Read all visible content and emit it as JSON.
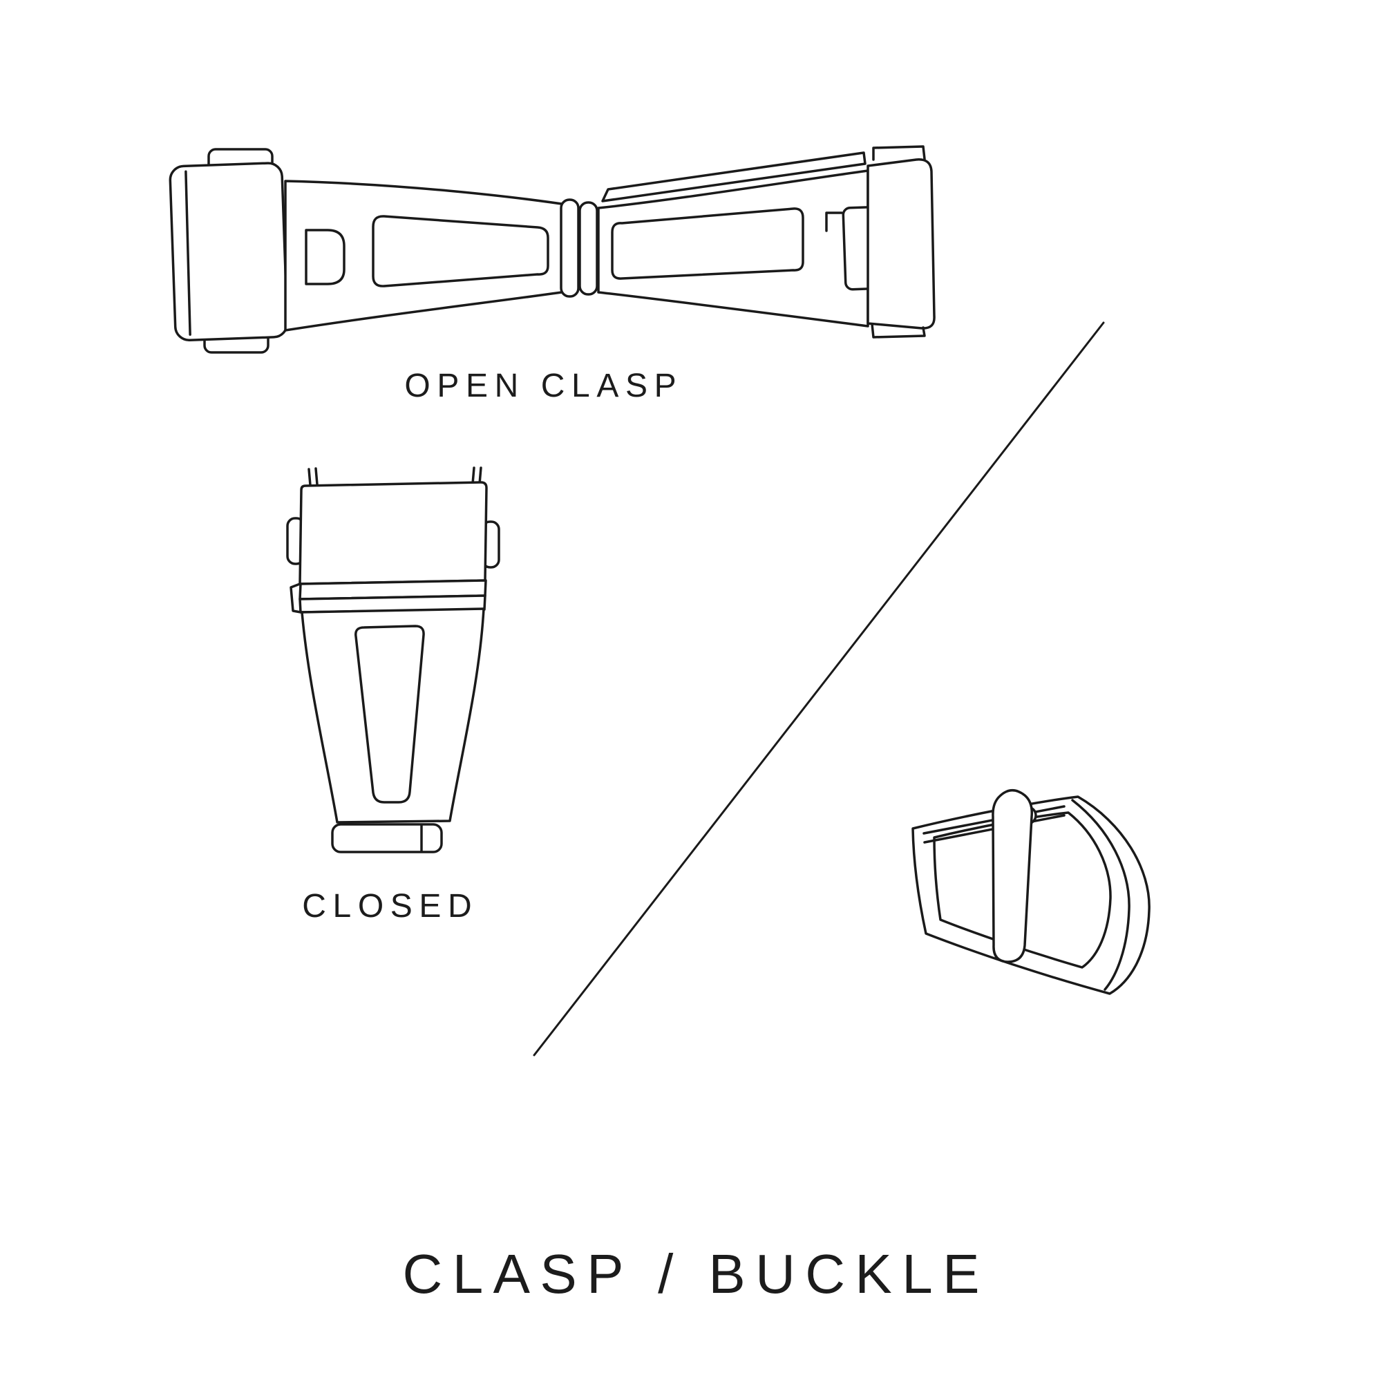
{
  "diagram": {
    "title": "CLASP / BUCKLE",
    "labels": {
      "open_clasp": "OPEN CLASP",
      "closed": "CLOSED"
    },
    "colors": {
      "background": "#ffffff",
      "line": "#1a1a1a",
      "text": "#1c1c1c"
    },
    "illustrations": {
      "open_clasp": "open-clasp-line-art",
      "closed_clasp": "closed-clasp-line-art",
      "buckle": "tang-buckle-line-art",
      "divider": "diagonal-divider-line"
    }
  }
}
